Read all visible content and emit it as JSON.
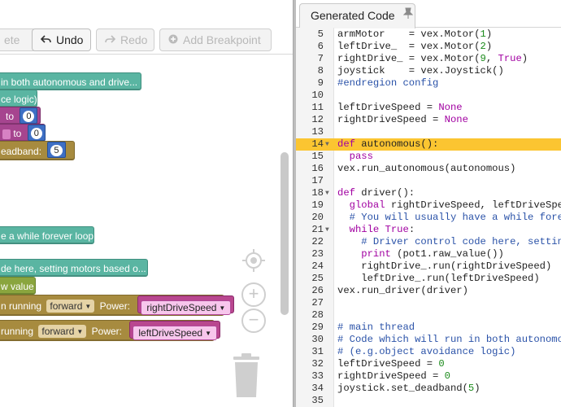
{
  "toolbar": {
    "delete_label": "ete",
    "undo_label": "Undo",
    "redo_label": "Redo",
    "breakpoint_label": "Add Breakpoint"
  },
  "blocks": [
    {
      "text": "in both autonomous and drive..."
    },
    {
      "text": "ce logic)"
    },
    {
      "text": "to",
      "value": "0"
    },
    {
      "text": "to",
      "value": "0"
    },
    {
      "text": "eadband:",
      "value": "5"
    },
    {
      "text": "e a while forever loop"
    },
    {
      "text": "de here, setting motors based o..."
    },
    {
      "text": "w value"
    },
    {
      "text": "n running",
      "direction": "forward",
      "power_label": "Power:",
      "var": "rightDriveSpeed"
    },
    {
      "text": "running",
      "direction": "forward",
      "power_label": "Power:",
      "var": "leftDriveSpeed"
    }
  ],
  "code_panel": {
    "tab_label": "Generated Code",
    "active_line": 14,
    "lines": [
      {
        "n": 5,
        "code": "armMotor    = vex.Motor(1)"
      },
      {
        "n": 6,
        "code": "leftDrive_  = vex.Motor(2)"
      },
      {
        "n": 7,
        "code": "rightDrive_ = vex.Motor(9, True)"
      },
      {
        "n": 8,
        "code": "joystick    = vex.Joystick()"
      },
      {
        "n": 9,
        "code": "#endregion config"
      },
      {
        "n": 10,
        "code": ""
      },
      {
        "n": 11,
        "code": "leftDriveSpeed = None"
      },
      {
        "n": 12,
        "code": "rightDriveSpeed = None"
      },
      {
        "n": 13,
        "code": ""
      },
      {
        "n": 14,
        "code": "def autonomous():"
      },
      {
        "n": 15,
        "code": "  pass"
      },
      {
        "n": 16,
        "code": "vex.run_autonomous(autonomous)"
      },
      {
        "n": 17,
        "code": ""
      },
      {
        "n": 18,
        "code": "def driver():"
      },
      {
        "n": 19,
        "code": "  global rightDriveSpeed, leftDriveSpeed"
      },
      {
        "n": 20,
        "code": "  # You will usually have a while forever"
      },
      {
        "n": 21,
        "code": "  while True:"
      },
      {
        "n": 22,
        "code": "    # Driver control code here, setting m"
      },
      {
        "n": 23,
        "code": "    print (pot1.raw_value())"
      },
      {
        "n": 24,
        "code": "    rightDrive_.run(rightDriveSpeed)"
      },
      {
        "n": 25,
        "code": "    leftDrive_.run(leftDriveSpeed)"
      },
      {
        "n": 26,
        "code": "vex.run_driver(driver)"
      },
      {
        "n": 27,
        "code": ""
      },
      {
        "n": 28,
        "code": ""
      },
      {
        "n": 29,
        "code": "# main thread"
      },
      {
        "n": 30,
        "code": "# Code which will run in both autonomous"
      },
      {
        "n": 31,
        "code": "# (e.g.object avoidance logic)"
      },
      {
        "n": 32,
        "code": "leftDriveSpeed = 0"
      },
      {
        "n": 33,
        "code": "rightDriveSpeed = 0"
      },
      {
        "n": 34,
        "code": "joystick.set_deadband(5)"
      },
      {
        "n": 35,
        "code": ""
      }
    ],
    "fold_lines": [
      14,
      18,
      21
    ]
  },
  "colors": {
    "teal_block": "#5ab5a2",
    "magenta_block": "#a6458f",
    "gold_block": "#a78b3f",
    "olive_block": "#8aa53e",
    "active_line": "#fbc531",
    "keyword": "#a100a1",
    "comment": "#2a52a8"
  },
  "icons": {
    "undo": "undo-arrow-icon",
    "redo": "redo-arrow-icon",
    "breakpoint": "add-circle-icon",
    "recenter": "target-icon",
    "zoom_in": "plus-icon",
    "zoom_out": "minus-icon",
    "trash": "trash-icon",
    "pin": "pin-icon"
  }
}
